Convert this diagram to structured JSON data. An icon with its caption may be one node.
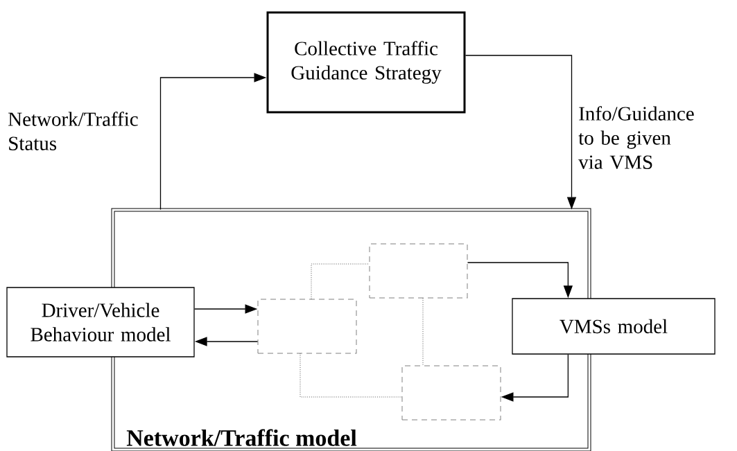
{
  "diagram": {
    "nodes": [
      {
        "text": [
          "Collective Traffic Guidance Strategy"
        ]
      },
      {
        "text": [
          "Network/Traffic model"
        ]
      },
      {
        "text": [
          "Driver/Vehicle Behaviour model"
        ]
      },
      {
        "text": [
          "VMSs model"
        ]
      },
      {
        "text": [],
        "shape": "box",
        "in": 1
      },
      {
        "text": [],
        "shape": "box",
        "in": 1
      },
      {
        "text": [],
        "shape": "box",
        "in": 1
      }
    ],
    "edges": [
      {
        "from": 1,
        "to": 0,
        "arrow": "to",
        "label": "Network/Traffic Status"
      },
      {
        "from": 0,
        "to": 1,
        "arrow": "to",
        "label": "Info/Guidance to be given via VMS"
      },
      {
        "from": 5,
        "to": 3,
        "arrow": "to"
      },
      {
        "from": 3,
        "to": 6,
        "arrow": "to"
      },
      {
        "from": 2,
        "to": 4,
        "arrow": "to"
      },
      {
        "from": 4,
        "to": 2,
        "arrow": "to"
      },
      {
        "from": 4,
        "to": 5,
        "arrow": "none",
        "style": "dashed"
      },
      {
        "from": 5,
        "to": 6,
        "arrow": "none",
        "style": "dashed"
      },
      {
        "from": 4,
        "to": 6,
        "arrow": "none",
        "style": "dashed"
      }
    ]
  }
}
